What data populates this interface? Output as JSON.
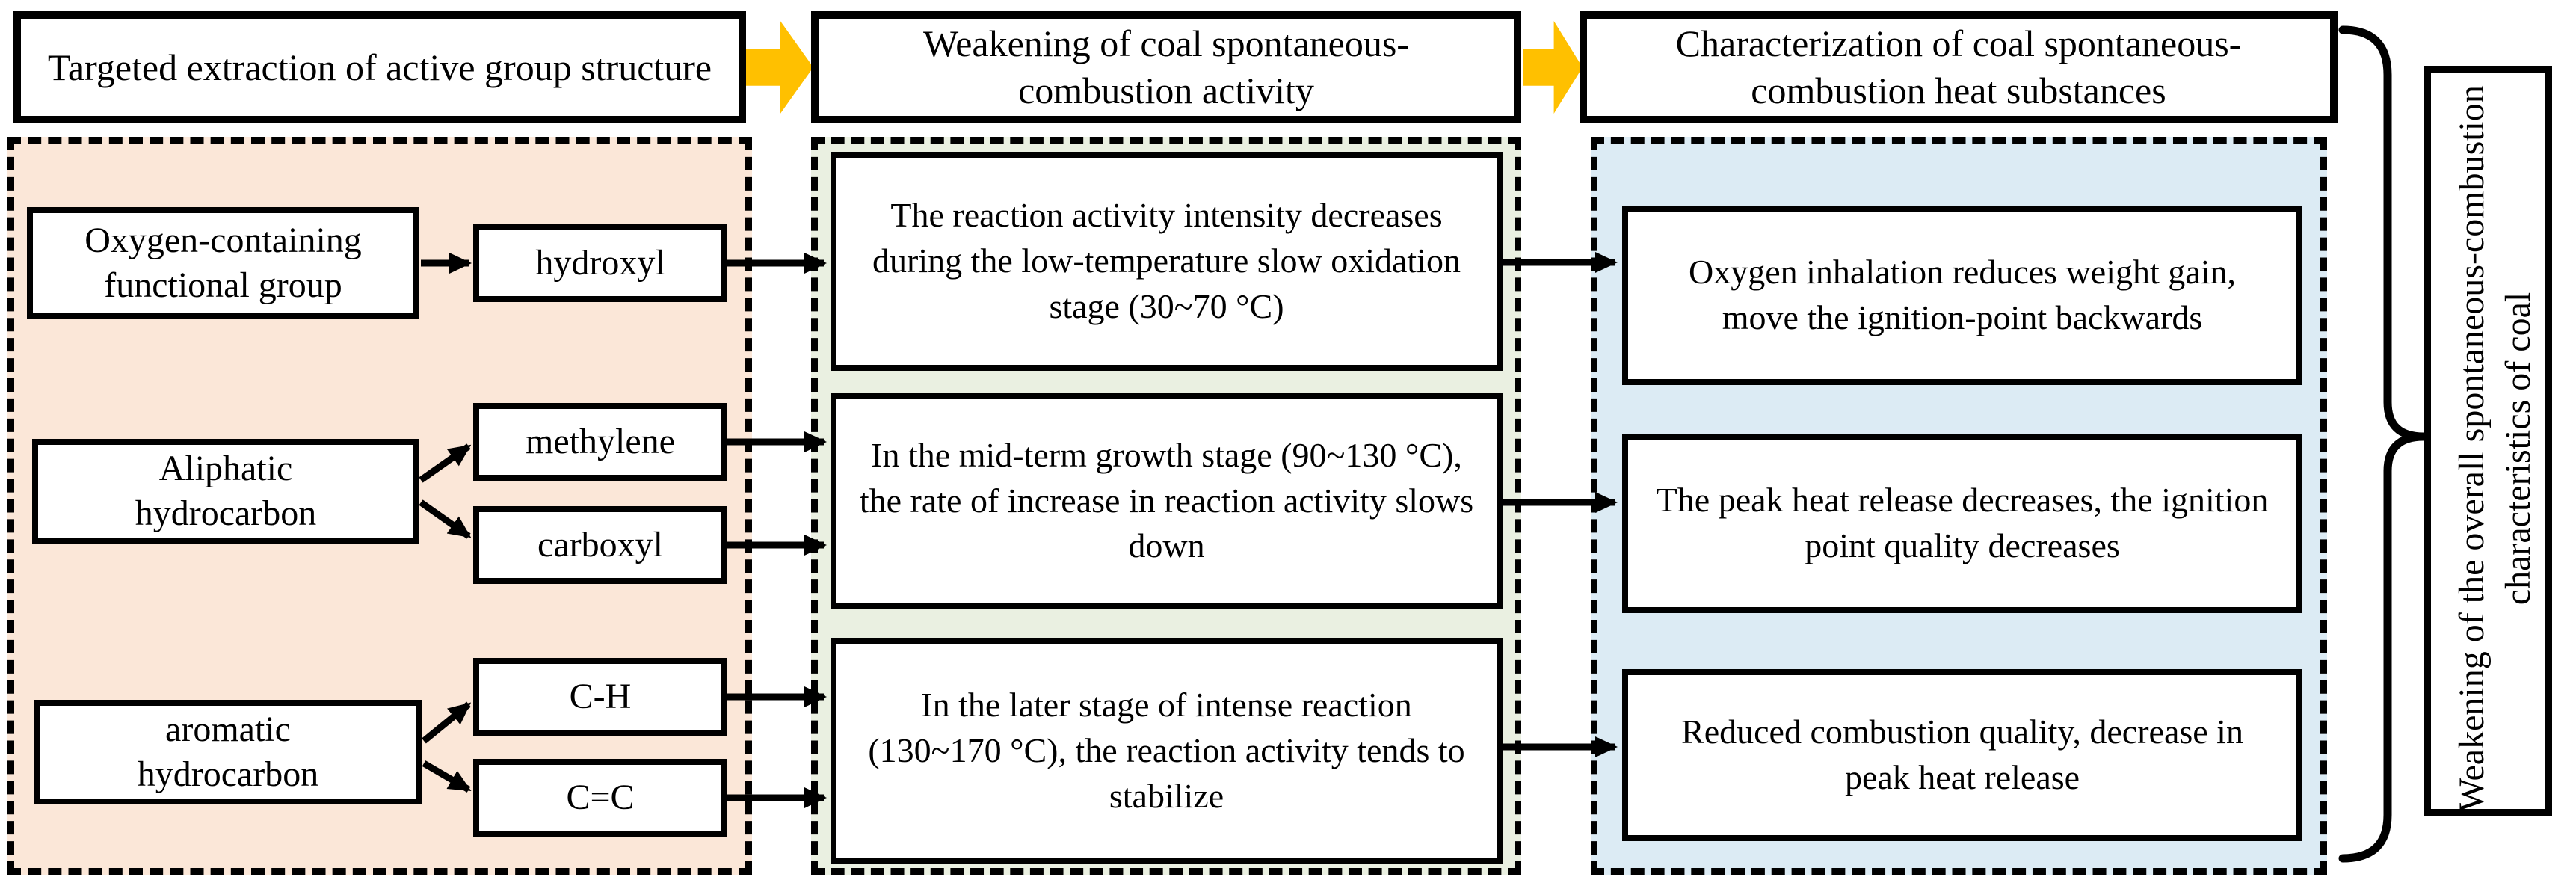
{
  "colors": {
    "left_panel_bg": "#fbe7d8",
    "middle_panel_bg": "#eaf0e1",
    "right_panel_bg": "#dcebf4",
    "flow_arrow_fill": "#ffc000",
    "line_color": "#000000"
  },
  "headers": [
    {
      "label": "Targeted extraction of active group structure"
    },
    {
      "label": "Weakening of coal spontaneous-combustion activity"
    },
    {
      "label": "Characterization of coal spontaneous-combustion heat substances"
    }
  ],
  "left_panel": {
    "groups": [
      {
        "source": "Oxygen-containing functional group",
        "targets": [
          "hydroxyl"
        ]
      },
      {
        "source": "Aliphatic hydrocarbon",
        "targets": [
          "methylene",
          "carboxyl"
        ]
      },
      {
        "source": "aromatic hydrocarbon",
        "targets": [
          "C-H",
          "C=C"
        ]
      }
    ]
  },
  "middle_panel": {
    "boxes": [
      "The reaction activity intensity decreases during the low-temperature slow oxidation stage (30~70 °C)",
      "In the mid-term growth stage (90~130 °C), the rate of increase in reaction activity slows down",
      "In the later stage of intense reaction (130~170 °C), the reaction activity tends to stabilize"
    ]
  },
  "right_panel": {
    "boxes": [
      "Oxygen inhalation reduces weight gain, move the ignition-point backwards",
      "The peak heat release decreases, the ignition point quality decreases",
      "Reduced combustion quality, decrease in peak heat release"
    ]
  },
  "conclusion": {
    "label": "Weakening of the overall spontaneous-combustion characteristics of coal"
  }
}
